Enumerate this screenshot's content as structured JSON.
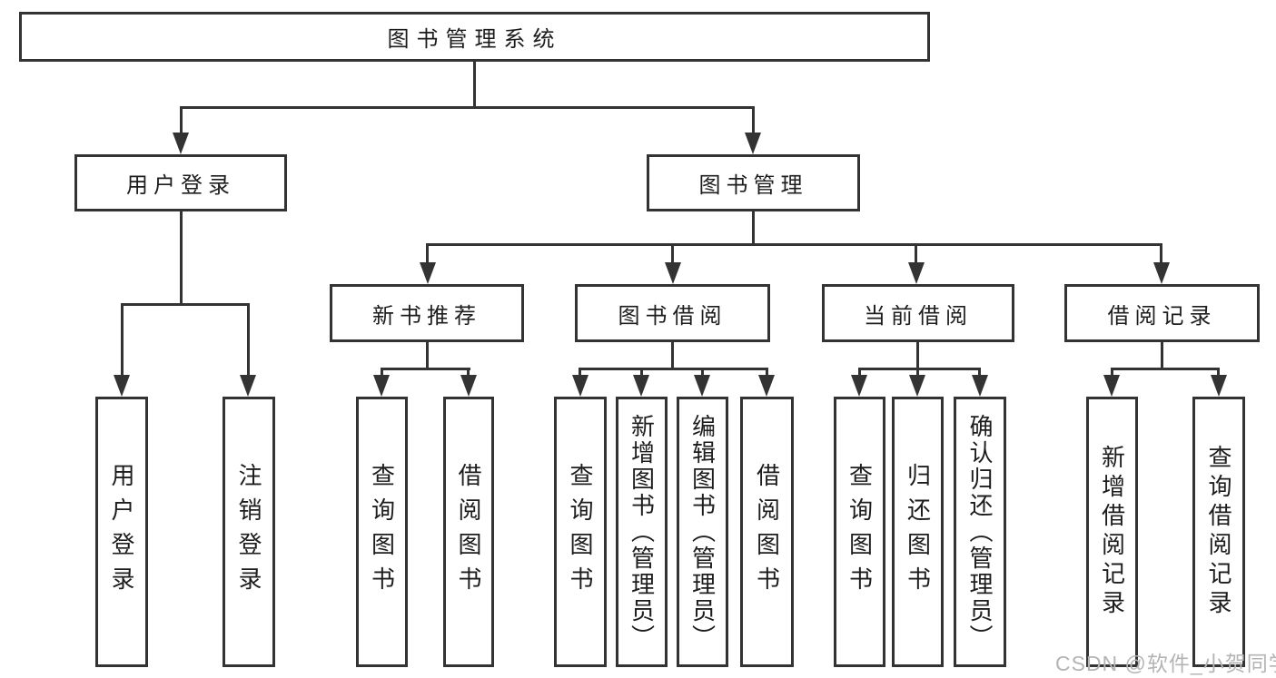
{
  "diagram": {
    "root": {
      "label": "图书管理系统"
    },
    "branches": [
      {
        "label": "用户登录",
        "children": [
          {
            "label": "用户登录"
          },
          {
            "label": "注销登录"
          }
        ]
      },
      {
        "label": "图书管理",
        "children": [
          {
            "label": "新书推荐",
            "children": [
              {
                "label": "查询图书"
              },
              {
                "label": "借阅图书"
              }
            ]
          },
          {
            "label": "图书借阅",
            "children": [
              {
                "label": "查询图书"
              },
              {
                "label": "新增图书（管理员）"
              },
              {
                "label": "编辑图书（管理员）"
              },
              {
                "label": "借阅图书"
              }
            ]
          },
          {
            "label": "当前借阅",
            "children": [
              {
                "label": "查询图书"
              },
              {
                "label": "归还图书"
              },
              {
                "label": "确认归还（管理员）"
              }
            ]
          },
          {
            "label": "借阅记录",
            "children": [
              {
                "label": "新增借阅记录"
              },
              {
                "label": "查询借阅记录"
              }
            ]
          }
        ]
      }
    ],
    "watermark": "CSDN @软件_小贺同学",
    "colors": {
      "line": "#333333",
      "text": "#1d1d1d",
      "background": "#ffffff",
      "watermark": "#b4b4b4"
    }
  }
}
